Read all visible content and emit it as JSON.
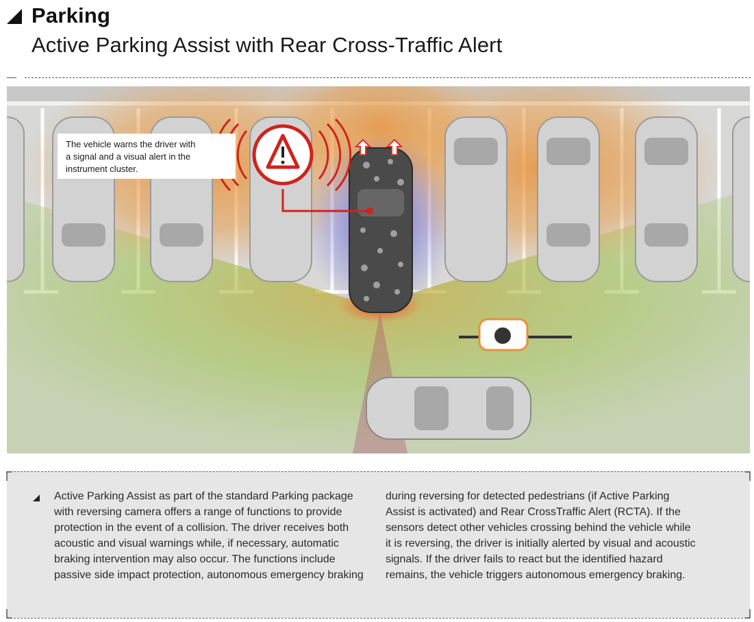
{
  "header": {
    "title": "Parking",
    "subtitle": "Active Parking Assist with Rear Cross-Traffic Alert"
  },
  "callout": {
    "lines": [
      "The vehicle warns the driver with",
      "a signal and a visual alert in the",
      "instrument cluster."
    ]
  },
  "icons": {
    "warning": "warning-triangle-icon",
    "signal": "signal-waves-icon",
    "arrow": "arrow-up-icon"
  },
  "description": {
    "left_lines": [
      "Active Parking Assist as part of the standard Parking package",
      "with reversing camera offers a range of functions to provide",
      "protection in the event of a collision. The driver receives both",
      "acoustic and visual warnings while, if necessary, automatic",
      "braking intervention may also occur. The functions include",
      "passive side impact protection, autonomous emergency braking"
    ],
    "right_lines": [
      "during reversing for detected pedestrians (if Active Parking",
      "Assist is activated) and Rear CrossTraffic Alert (RCTA). If the",
      "sensors detect other vehicles crossing behind the vehicle while",
      "it is reversing, the driver is initially alerted by visual and acoustic",
      "signals. If the driver fails to react but the identified hazard",
      "remains, the vehicle triggers autonomous emergency braking."
    ]
  },
  "colors": {
    "alert_red": "#d0231c",
    "sensor_orange": "#e8923a",
    "sensor_green": "#9cc24a",
    "sensor_blue": "#4a5ad8",
    "asphalt": "#d8d8d6",
    "parking_lines": "#ffffff",
    "info_bg": "#e6e6e6"
  }
}
